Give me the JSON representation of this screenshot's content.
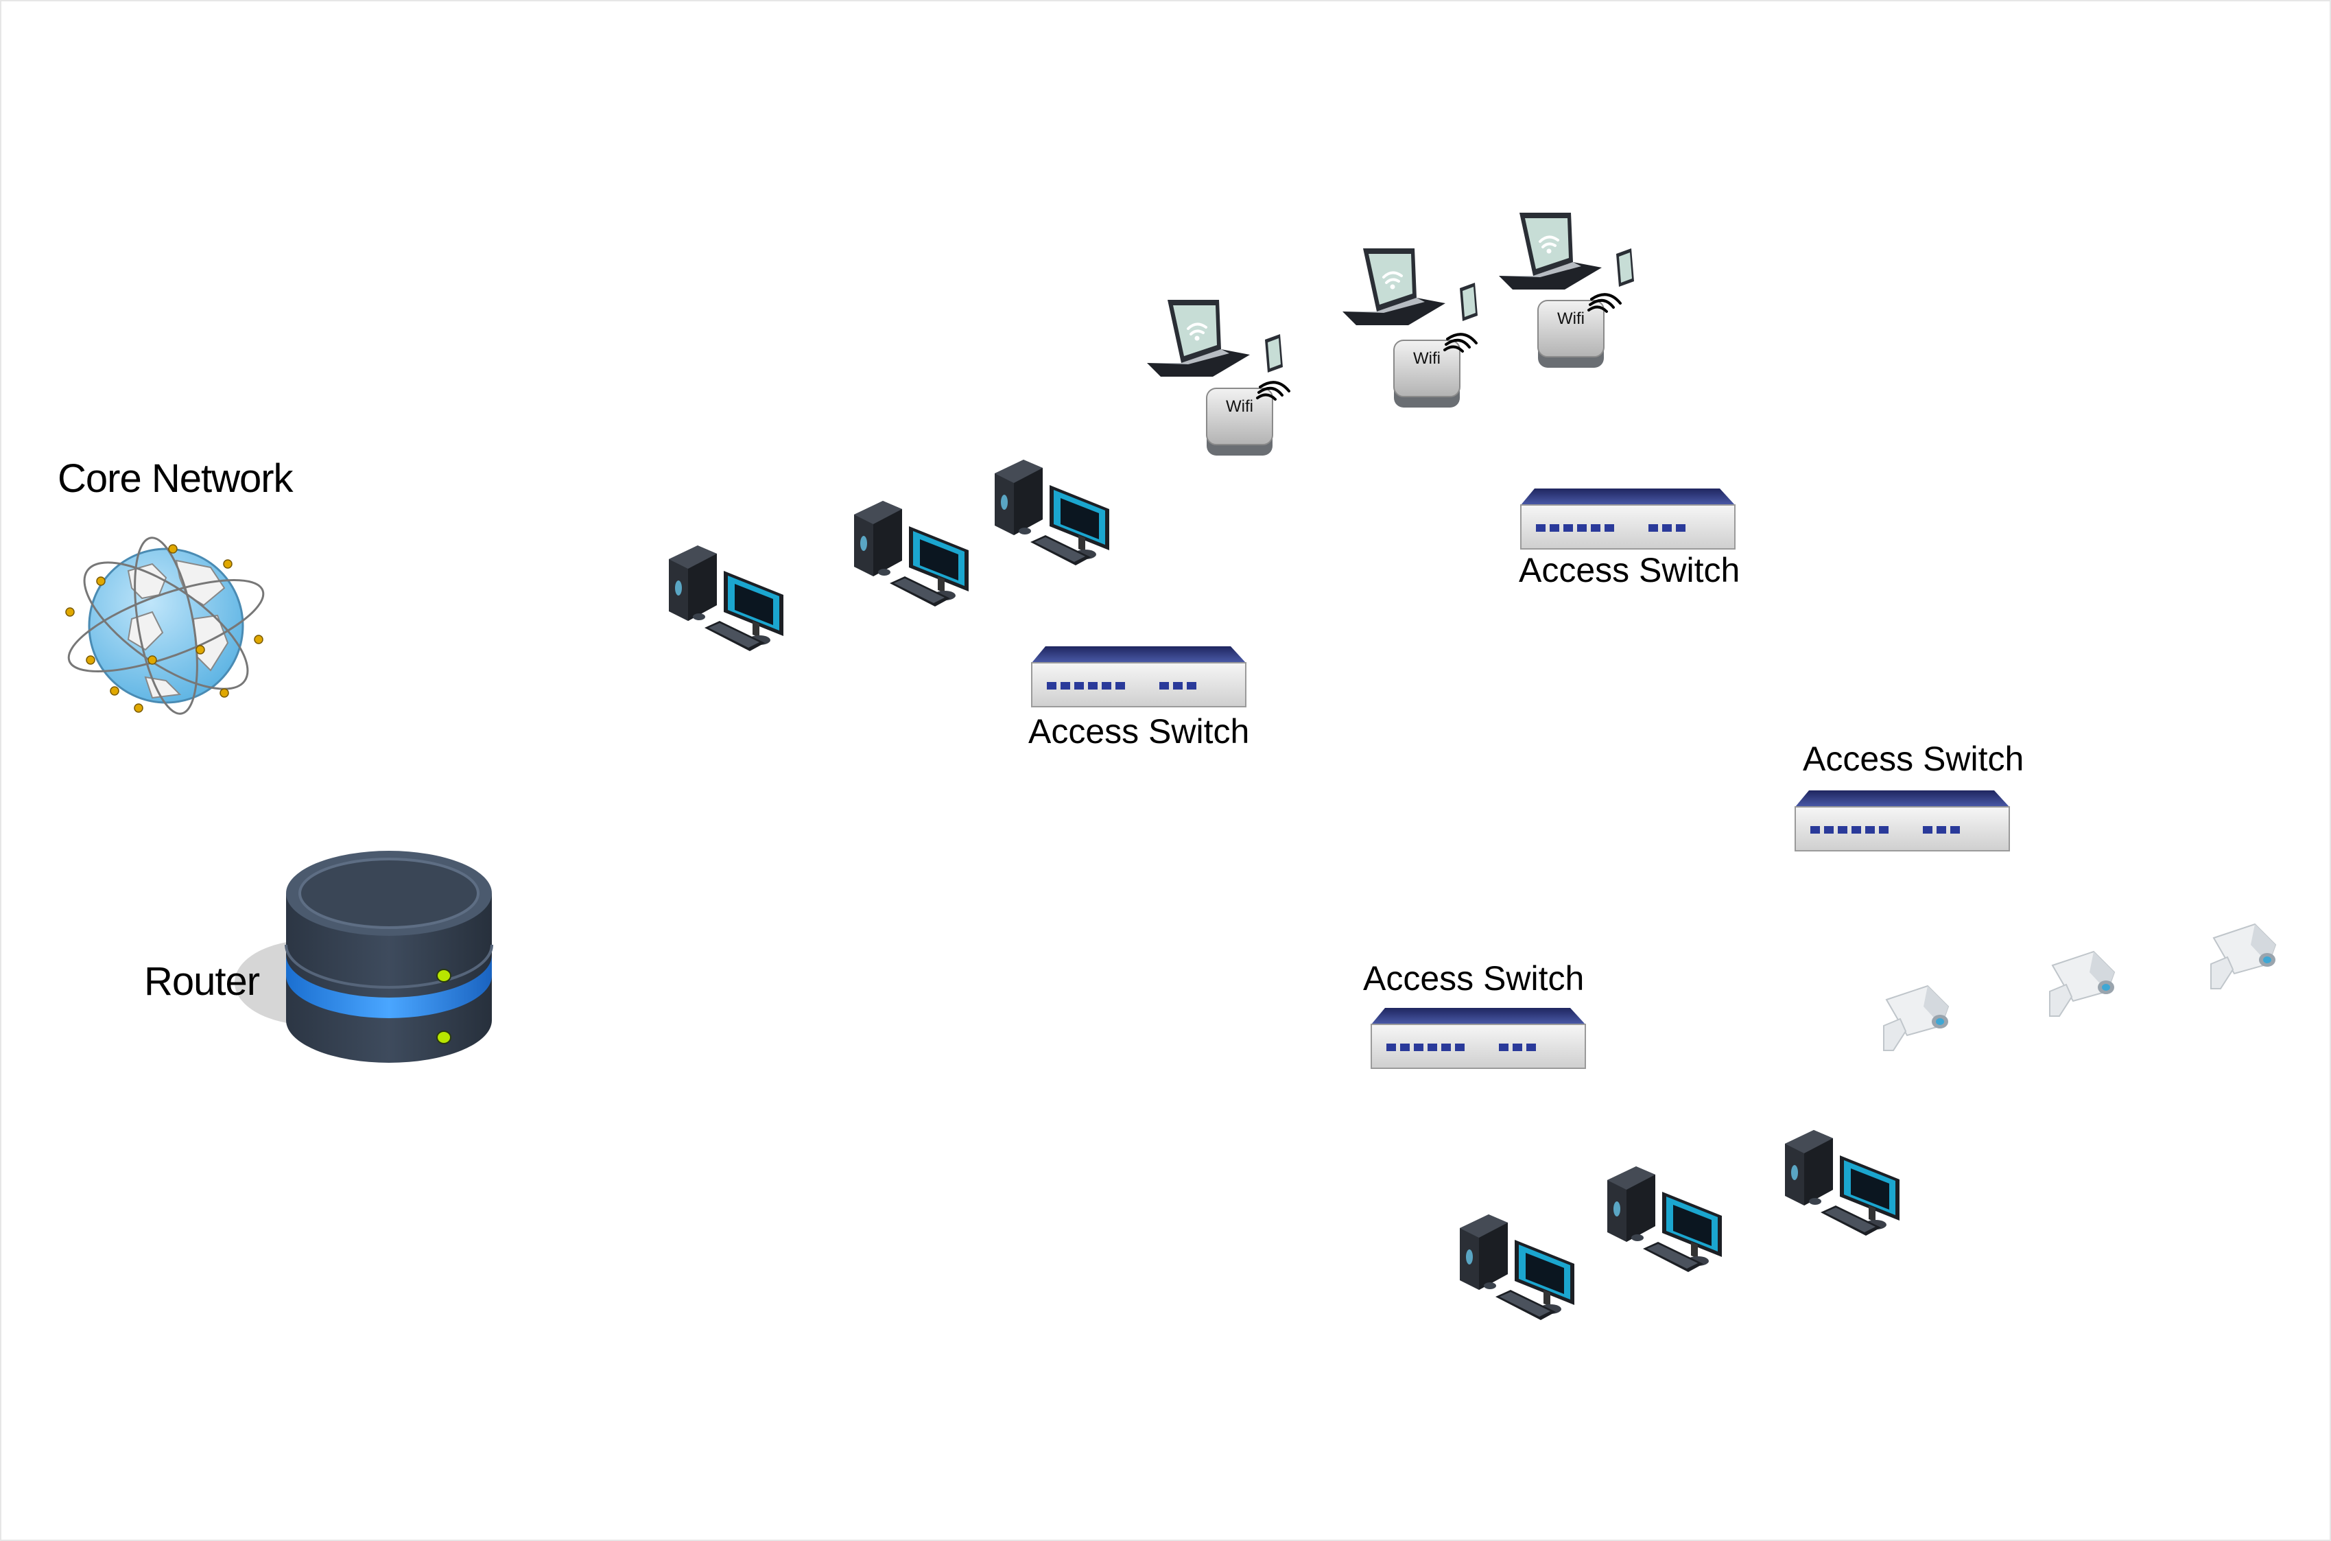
{
  "labels": {
    "core_network": "Core Network",
    "router": "Router",
    "switch_1": "Access Switch",
    "switch_2": "Access Switch",
    "switch_3": "Access Switch",
    "switch_4": "Access Switch",
    "ap_1": "Wifi",
    "ap_2": "Wifi",
    "ap_3": "Wifi"
  },
  "colors": {
    "router_body": "#3b4757",
    "router_ring": "#2f8ef4",
    "globe": "#8fcdef",
    "switch_top": "#2a3470",
    "switch_body": "#e4e4e4",
    "monitor_screen": "#1ba6cf",
    "camera": "#e8eaec"
  },
  "icons": {
    "core": "globe-network-icon",
    "router": "router-icon",
    "switch": "access-switch-icon",
    "workstation": "desktop-computer-icon",
    "access_point": "wifi-access-point-icon",
    "laptop": "laptop-icon",
    "phone": "smartphone-icon",
    "camera": "security-camera-icon"
  }
}
